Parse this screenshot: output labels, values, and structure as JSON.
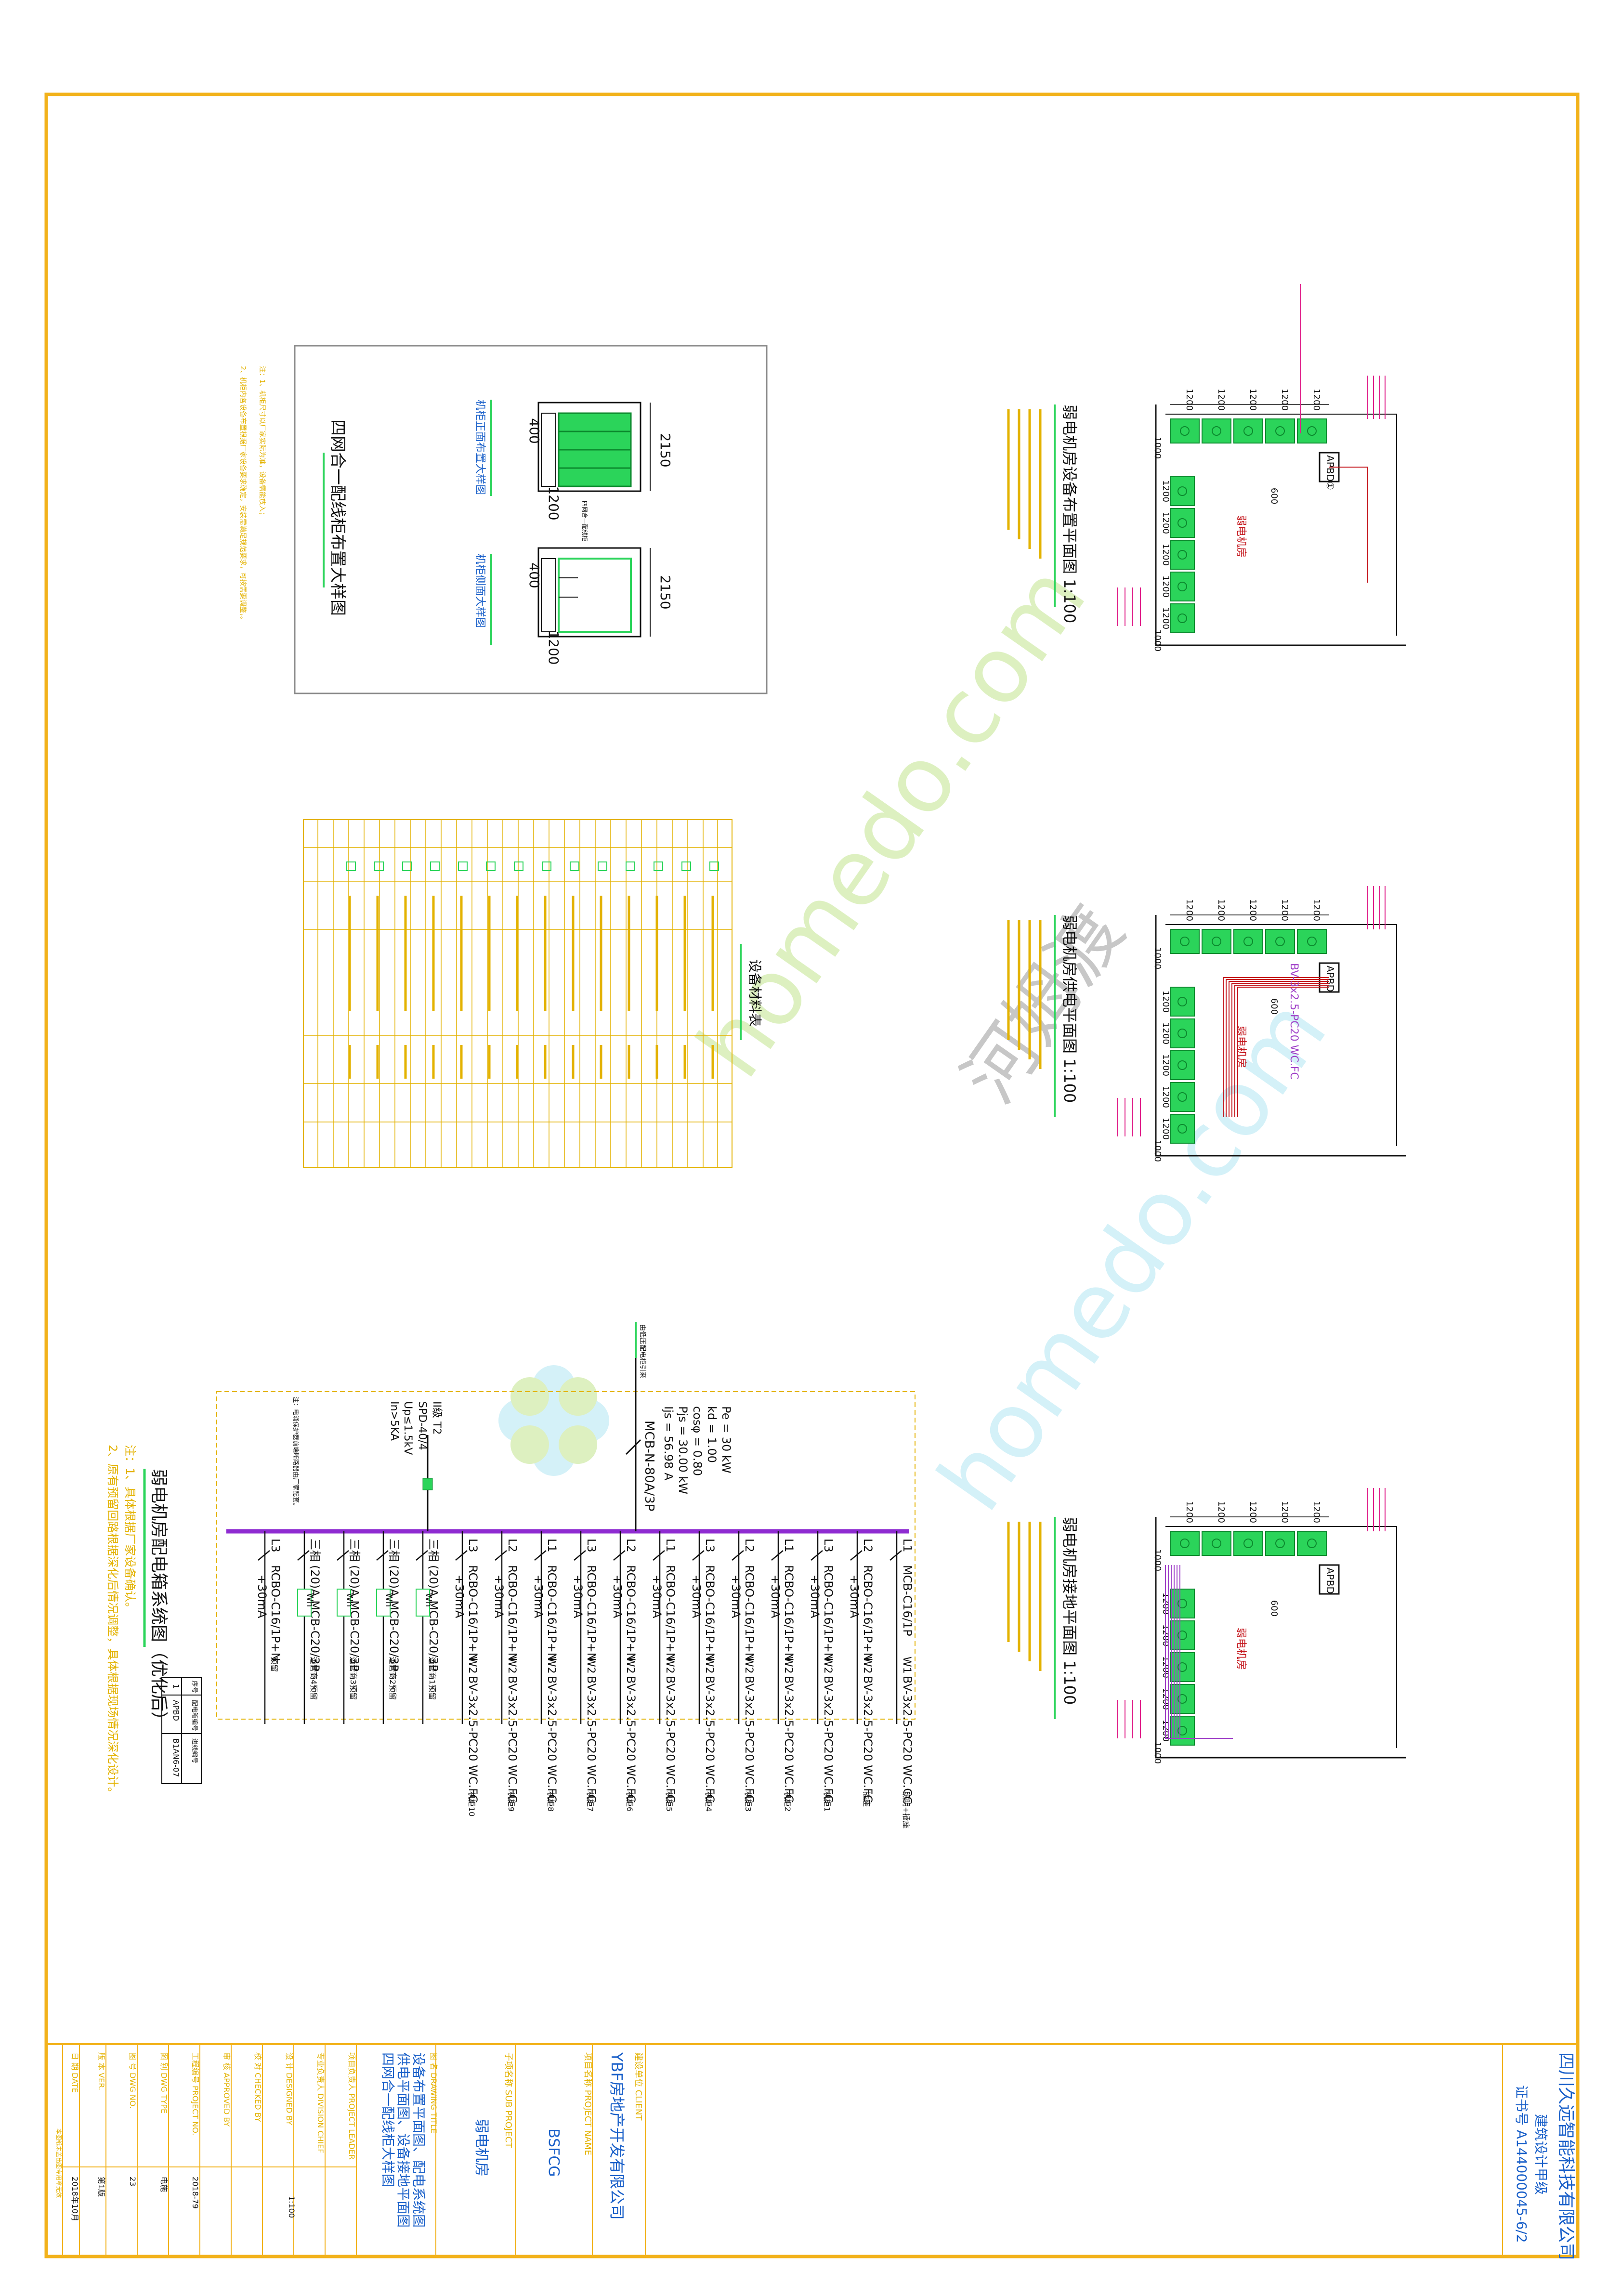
{
  "colors": {
    "border": "#F2B21B",
    "wire": "#0A0A0A",
    "cabinet": "#2BD45A",
    "cabinet_dark": "#0C8A2E",
    "bus": "#8E2BD1",
    "note": "#E3B200",
    "magenta": "#E0208A",
    "red": "#C4161C",
    "purple_cable": "#A040C8",
    "dim": "#111111",
    "watermark_green": "#D7EEB5",
    "watermark_cyan": "#CDEFF7",
    "watermark_gray": "#BDBDBD"
  },
  "plans": {
    "equipment": {
      "title": "弱电机房设备布置平面图 1:100",
      "cabinet_tag": "弱电机房",
      "apbd": "APBD①"
    },
    "power": {
      "title": "弱电机房供电平面图 1:100",
      "cabinet_tag": "弱电机房",
      "apbd": "APBD",
      "cable": "BV-3x2.5-PC20 WC.FC"
    },
    "grounding": {
      "title": "弱电机房接地平面图 1:100",
      "cabinet_tag": "弱电机房",
      "apbd": "APBD"
    },
    "dims": {
      "w": "1200",
      "side": "1000",
      "door": "600"
    }
  },
  "elevation": {
    "title": "四网合一配线柜布置大样图",
    "front_label": "机柜正面布置大样图",
    "side_label": "机柜侧面大样图",
    "dim_w": "2150",
    "dim_h": "1200",
    "dim_d": "400"
  },
  "legend": {
    "title": "设备材料表"
  },
  "schematic": {
    "title": "弱电机房配电箱系统图（优化后）",
    "incoming": {
      "breaker": "MCB-N-80A/3P",
      "pe": "Pe = 30 kW",
      "kd": "kd = 1.00",
      "cos": "cosφ = 0.80",
      "pjs": "Pjs = 30.00 kW",
      "ijs": "Ijs = 56.98 A",
      "source": "由低压配电柜引来"
    },
    "spd": {
      "type": "SPD-40/4",
      "grade": "II级 T2",
      "up": "Up≤1.5kV",
      "in": "In>5KA"
    },
    "circuits": [
      {
        "phase": "L1",
        "breaker": "MCB-C16/1P",
        "rcd": "",
        "wm": "W1",
        "cable": "BV-3x2.5-PC20 WC.CC",
        "load": "照明+插座"
      },
      {
        "phase": "L2",
        "breaker": "RCBO-C16/1P+N",
        "rcd": "+30mA",
        "wm": "W2",
        "cable": "BV-3x2.5-PC20 WC.FC",
        "load": "插座"
      },
      {
        "phase": "L3",
        "breaker": "RCBO-C16/1P+N",
        "rcd": "+30mA",
        "wm": "W2",
        "cable": "BV-3x2.5-PC20 WC.FC",
        "load": "机柜1"
      },
      {
        "phase": "L1",
        "breaker": "RCBO-C16/1P+N",
        "rcd": "+30mA",
        "wm": "W2",
        "cable": "BV-3x2.5-PC20 WC.FC",
        "load": "机柜2"
      },
      {
        "phase": "L2",
        "breaker": "RCBO-C16/1P+N",
        "rcd": "+30mA",
        "wm": "W2",
        "cable": "BV-3x2.5-PC20 WC.FC",
        "load": "机柜3"
      },
      {
        "phase": "L3",
        "breaker": "RCBO-C16/1P+N",
        "rcd": "+30mA",
        "wm": "W2",
        "cable": "BV-3x2.5-PC20 WC.FC",
        "load": "机柜4"
      },
      {
        "phase": "L1",
        "breaker": "RCBO-C16/1P+N",
        "rcd": "+30mA",
        "wm": "W2",
        "cable": "BV-3x2.5-PC20 WC.FC",
        "load": "机柜5"
      },
      {
        "phase": "L2",
        "breaker": "RCBO-C16/1P+N",
        "rcd": "+30mA",
        "wm": "W2",
        "cable": "BV-3x2.5-PC20 WC.FC",
        "load": "机柜6"
      },
      {
        "phase": "L3",
        "breaker": "RCBO-C16/1P+N",
        "rcd": "+30mA",
        "wm": "W2",
        "cable": "BV-3x2.5-PC20 WC.FC",
        "load": "机柜7"
      },
      {
        "phase": "L1",
        "breaker": "RCBO-C16/1P+N",
        "rcd": "+30mA",
        "wm": "W2",
        "cable": "BV-3x2.5-PC20 WC.FC",
        "load": "机柜8"
      },
      {
        "phase": "L2",
        "breaker": "RCBO-C16/1P+N",
        "rcd": "+30mA",
        "wm": "W2",
        "cable": "BV-3x2.5-PC20 WC.FC",
        "load": "机柜9"
      },
      {
        "phase": "L3",
        "breaker": "RCBO-C16/1P+N",
        "rcd": "+30mA",
        "wm": "W2",
        "cable": "BV-3x2.5-PC20 WC.FC",
        "load": "机柜10"
      },
      {
        "phase": "三相",
        "breaker": "(20)A MCB-C20/3P",
        "rcd": "",
        "wm": "Wh",
        "cable": "",
        "load": "运营商1预留"
      },
      {
        "phase": "三相",
        "breaker": "(20)A MCB-C20/3P",
        "rcd": "",
        "wm": "Wh",
        "cable": "",
        "load": "运营商2预留"
      },
      {
        "phase": "三相",
        "breaker": "(20)A MCB-C20/3P",
        "rcd": "",
        "wm": "Wh",
        "cable": "",
        "load": "运营商3预留"
      },
      {
        "phase": "三相",
        "breaker": "(20)A MCB-C20/3P",
        "rcd": "",
        "wm": "Wh",
        "cable": "",
        "load": "运营商4预留"
      },
      {
        "phase": "L3",
        "breaker": "RCBO-C16/1P+N",
        "rcd": "+30mA",
        "wm": "",
        "cable": "",
        "load": "预留"
      }
    ],
    "notes": [
      "注：1、具体根据厂家设备确认。",
      "2、原有预留回路根据深化后情况调整，具体根据现场情况深化设计。"
    ],
    "box_table": {
      "h1": "序号",
      "h2": "配电箱编号",
      "h3": "进线编号",
      "r1": "1",
      "r2": "APBD",
      "r3": "B1AN6-07"
    }
  },
  "title_block": {
    "company": "四川久远智能科技有限公司",
    "qualification": "建筑设计甲级",
    "cert": "证书号 A144000045-6/2",
    "client_label": "建设单位 CLIENT",
    "client": "YBF房地产开发有限公司",
    "project_label": "项目名称 PROJECT NAME",
    "project": "BSFCG",
    "sub_label": "子项名称 SUB PROJECT",
    "sub": "弱电机房",
    "drawing_label": "图 名 DRAWING TITLE",
    "drawing_title": "设备布置平面图、配电系统图\n供电平面图、设备接地平面图\n四网合一配线柜大样图",
    "leader_label": "项目负责人 PROJECT LEADER",
    "chief_label": "专业负责人 DIVISION CHIEF",
    "designer_label": "设 计 DESIGNED BY",
    "checker_label": "校 对 CHECKED BY",
    "approver_label": "审 核 APPROVED BY",
    "number_label": "工程编号 PROJECT NO.",
    "number": "2018-79",
    "dwgtype_label": "图 别 DWG TYPE",
    "dwgtype": "电施",
    "dwgno_label": "图 号 DWG NO.",
    "dwgno": "23",
    "version_label": "版 本 VER.",
    "version": "第1版",
    "date_label": "日 期 DATE",
    "date": "2018年10月",
    "scale": "1:100",
    "footer": "本图纸未盖出图专用章无效"
  },
  "watermark": {
    "text1": "homedo.com",
    "text2": "河姆渡"
  }
}
